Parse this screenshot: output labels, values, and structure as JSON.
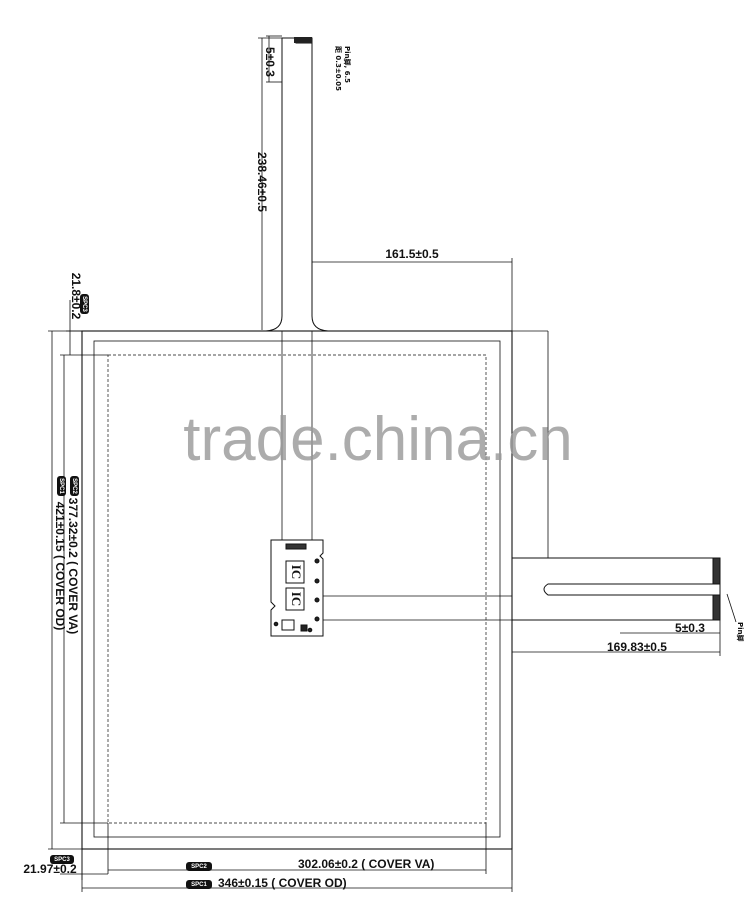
{
  "watermark": "trade.china.cn",
  "dimensions": {
    "top_tail_width": "5±0.3",
    "top_tail_length": "238.46±0.5",
    "top_tail_offset": "161.5±0.5",
    "side_tail_width": "5±0.3",
    "side_tail_length": "169.83±0.5",
    "top_margin": "21.8±0.2",
    "left_margin": "21.97±0.2",
    "va_height": "377.32±0.2 ( COVER VA)",
    "od_height": "421±0.15 ( COVER OD)",
    "va_width": "302.06±0.2 ( COVER VA)",
    "od_width": "346±0.15 ( COVER OD)"
  },
  "tags": {
    "top_margin": "SPC3",
    "left_margin": "SPC3",
    "va_height": "SPC2",
    "od_height": "SPC1",
    "va_width": "SPC2",
    "od_width": "SPC1"
  },
  "notes": {
    "top_tail_note": "Pin脚, 6.5",
    "top_tail_note2": "距 0.3±0.05",
    "side_tail_note": "Pin脚"
  },
  "pcb": {
    "ic1": "IC",
    "ic2": "IC"
  },
  "colors": {
    "line": "#111111",
    "tag_fill": "#111111",
    "background": "#ffffff"
  }
}
